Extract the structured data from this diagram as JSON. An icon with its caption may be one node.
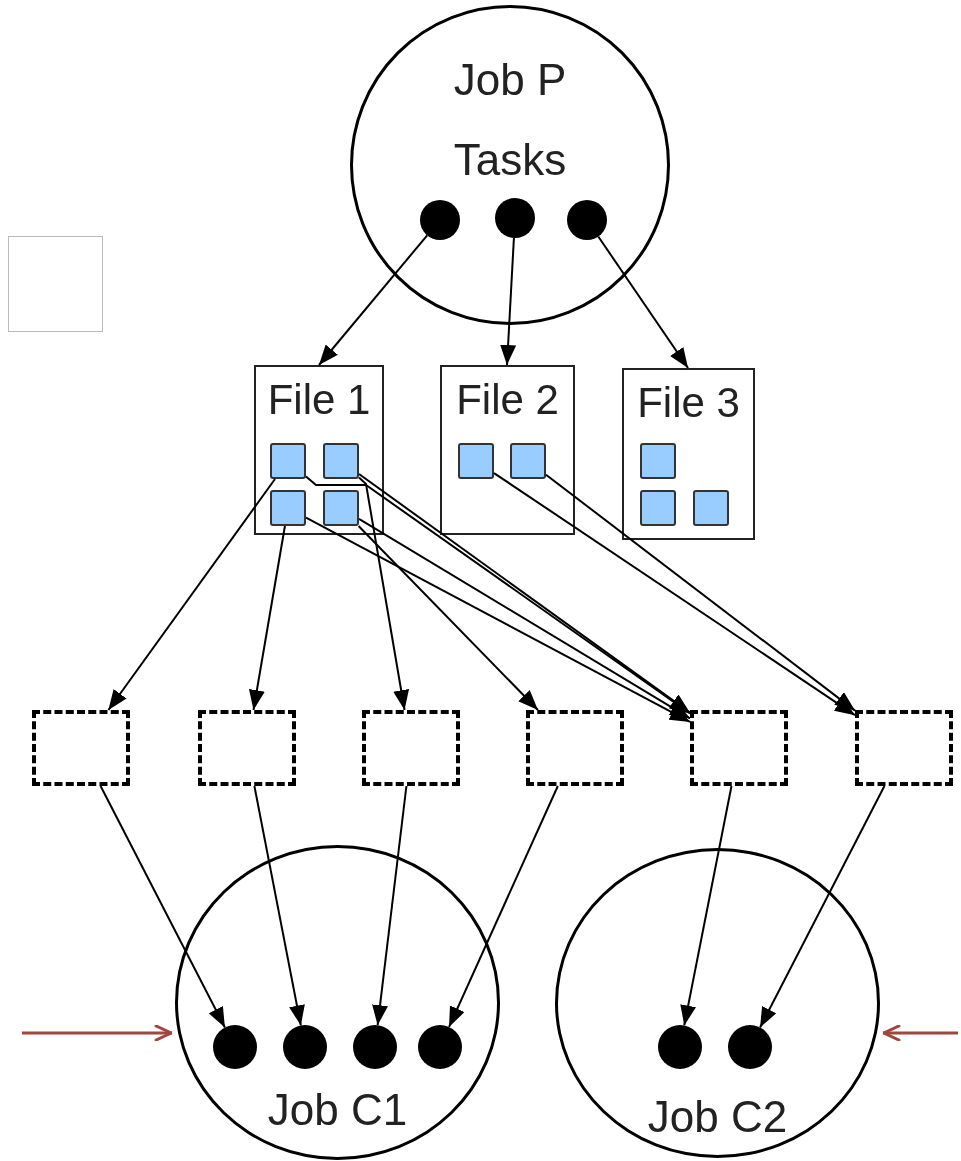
{
  "diagram": {
    "nodes": [
      {
        "text": [
          "Job P",
          "Tasks"
        ]
      },
      {
        "text": [],
        "shape": "circle",
        "in": 0
      },
      {
        "text": [],
        "shape": "circle",
        "in": 0
      },
      {
        "text": [],
        "shape": "circle",
        "in": 0
      },
      {
        "text": [],
        "shape": "box"
      },
      {
        "text": [
          "File 1"
        ]
      },
      {
        "text": [],
        "shape": "box",
        "in": 5
      },
      {
        "text": [],
        "shape": "box",
        "in": 5
      },
      {
        "text": [],
        "shape": "box",
        "in": 5
      },
      {
        "text": [],
        "shape": "box",
        "in": 5
      },
      {
        "text": [
          "File 2"
        ]
      },
      {
        "text": [],
        "shape": "box",
        "in": 10
      },
      {
        "text": [],
        "shape": "box",
        "in": 10
      },
      {
        "text": [
          "File 3"
        ]
      },
      {
        "text": [],
        "shape": "box",
        "in": 13
      },
      {
        "text": [],
        "shape": "box",
        "in": 13
      },
      {
        "text": [],
        "shape": "box",
        "in": 13
      },
      {
        "text": [],
        "shape": "box"
      },
      {
        "text": [],
        "shape": "box"
      },
      {
        "text": [],
        "shape": "box"
      },
      {
        "text": [],
        "shape": "box"
      },
      {
        "text": [],
        "shape": "box"
      },
      {
        "text": [],
        "shape": "box"
      },
      {
        "text": [
          "Job C1"
        ]
      },
      {
        "text": [],
        "shape": "circle",
        "in": 23
      },
      {
        "text": [],
        "shape": "circle",
        "in": 23
      },
      {
        "text": [],
        "shape": "circle",
        "in": 23
      },
      {
        "text": [],
        "shape": "circle",
        "in": 23
      },
      {
        "text": [
          "Job C2"
        ]
      },
      {
        "text": [],
        "shape": "circle",
        "in": 28
      },
      {
        "text": [],
        "shape": "circle",
        "in": 28
      }
    ],
    "edges": [
      {
        "from": 1,
        "to": 5,
        "arrow": "to"
      },
      {
        "from": 2,
        "to": 10,
        "arrow": "to"
      },
      {
        "from": 3,
        "to": 13,
        "arrow": "to"
      },
      {
        "from": 6,
        "to": 17,
        "arrow": "to"
      },
      {
        "from": 6,
        "to": 21,
        "arrow": "to"
      },
      {
        "from": 7,
        "to": 19,
        "arrow": "to"
      },
      {
        "from": 7,
        "to": 21,
        "arrow": "to"
      },
      {
        "from": 8,
        "to": 18,
        "arrow": "to"
      },
      {
        "from": 8,
        "to": 21,
        "arrow": "to"
      },
      {
        "from": 9,
        "to": 20,
        "arrow": "to"
      },
      {
        "from": 9,
        "to": 21,
        "arrow": "to"
      },
      {
        "from": 11,
        "to": 22,
        "arrow": "to"
      },
      {
        "from": 12,
        "to": 22,
        "arrow": "to"
      },
      {
        "from": 17,
        "to": 24,
        "arrow": "to"
      },
      {
        "from": 18,
        "to": 25,
        "arrow": "to"
      },
      {
        "from": 19,
        "to": 26,
        "arrow": "to"
      },
      {
        "from": 20,
        "to": 27,
        "arrow": "to"
      },
      {
        "from": 21,
        "to": 29,
        "arrow": "to"
      },
      {
        "from": 22,
        "to": 30,
        "arrow": "to"
      },
      {
        "from": null,
        "to": 23,
        "arrow": "to",
        "color": "#a0453f"
      },
      {
        "from": null,
        "to": 28,
        "arrow": "to",
        "color": "#a0453f"
      }
    ]
  }
}
